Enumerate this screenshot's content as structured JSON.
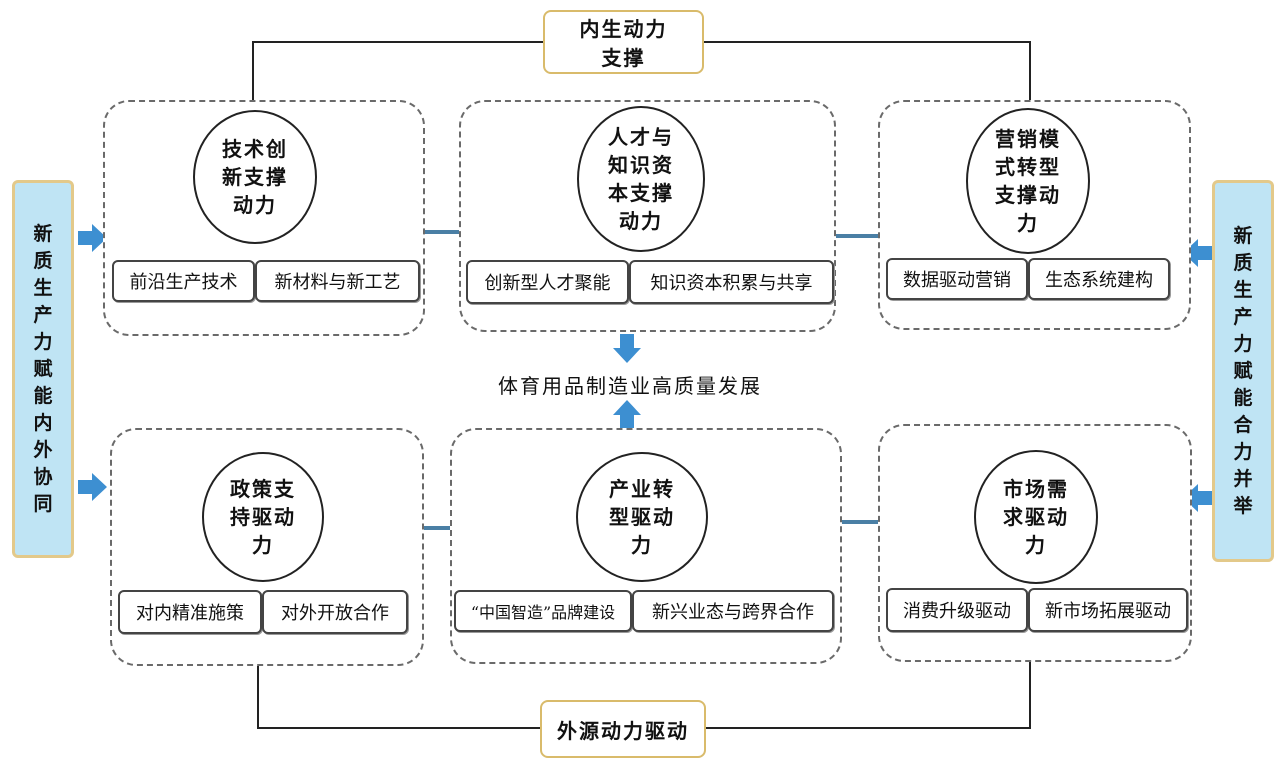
{
  "top_box": {
    "line1": "内生动力",
    "line2": "支撑"
  },
  "bottom_box": {
    "label": "外源动力驱动"
  },
  "left_sidebar": {
    "label": "新质生产力赋能内外协同"
  },
  "right_sidebar": {
    "label": "新质生产力赋能合力并举"
  },
  "center_title": "体育用品制造业高质量发展",
  "groups": {
    "tech": {
      "l1": "技术创",
      "l2": "新支撑",
      "l3": "动力",
      "tag1": "前沿生产技术",
      "tag2": "新材料与新工艺"
    },
    "talent": {
      "l1": "人才与",
      "l2": "知识资",
      "l3": "本支撑",
      "l4": "动力",
      "tag1": "创新型人才聚能",
      "tag2": "知识资本积累与共享"
    },
    "marketing": {
      "l1": "营销模",
      "l2": "式转型",
      "l3": "支撑动",
      "l4": "力",
      "tag1": "数据驱动营销",
      "tag2": "生态系统建构"
    },
    "policy": {
      "l1": "政策支",
      "l2": "持驱动",
      "l3": "力",
      "tag1": "对内精准施策",
      "tag2": "对外开放合作"
    },
    "industry": {
      "l1": "产业转",
      "l2": "型驱动",
      "l3": "力",
      "tag1": "“中国智造”品牌建设",
      "tag2": "新兴业态与跨界合作"
    },
    "market": {
      "l1": "市场需",
      "l2": "求驱动",
      "l3": "力",
      "tag1": "消费升级驱动",
      "tag2": "新市场拓展驱动"
    }
  },
  "colors": {
    "arrow": "#3d8fd1",
    "sidebar_fill": "#bfe4f4",
    "box_border": "#d9bb6b"
  }
}
